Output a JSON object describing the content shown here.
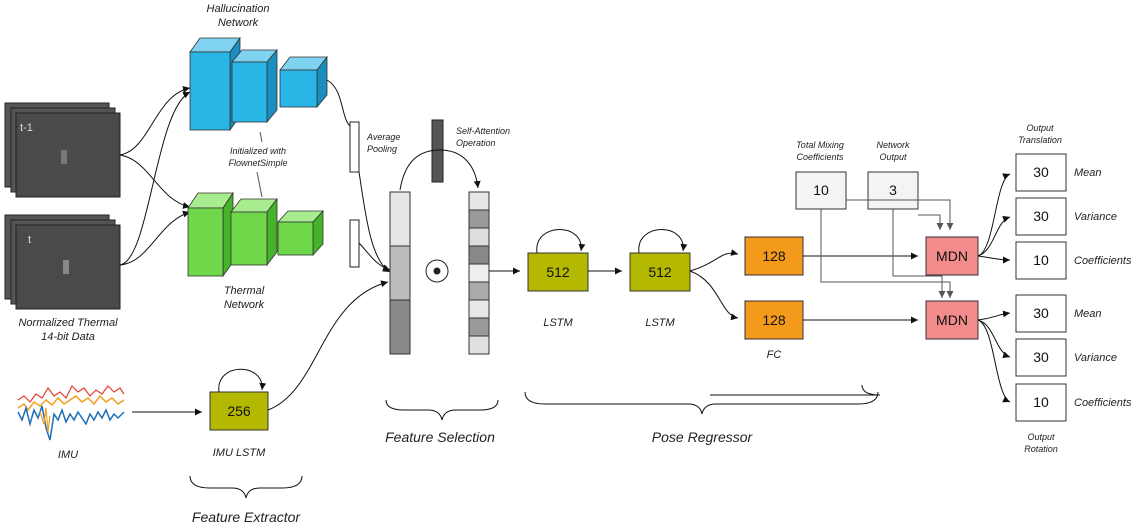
{
  "labels": {
    "hallucination_l1": "Hallucination",
    "hallucination_l2": "Network",
    "thermal_l1": "Thermal",
    "thermal_l2": "Network",
    "init_l1": "Initialized with",
    "init_l2": "FlownetSimple",
    "input_l1": "Normalized Thermal",
    "input_l2": "14-bit Data",
    "frame_prev": "t-1",
    "frame_cur": "t",
    "imu": "IMU",
    "imu_lstm": "IMU LSTM",
    "feature_extractor": "Feature Extractor",
    "avg_l1": "Average",
    "avg_l2": "Pooling",
    "sa_l1": "Self-Attention",
    "sa_l2": "Operation",
    "feature_selection": "Feature Selection",
    "lstm1": "LSTM",
    "lstm2": "LSTM",
    "fc": "FC",
    "pose_regressor": "Pose Regressor",
    "mix_l1": "Total Mixing",
    "mix_l2": "Coefficients",
    "netout_l1": "Network",
    "netout_l2": "Output",
    "out_trans_l1": "Output",
    "out_trans_l2": "Translation",
    "out_rot_l1": "Output",
    "out_rot_l2": "Rotation",
    "mean1": "Mean",
    "var1": "Variance",
    "coef1": "Coefficients",
    "mean2": "Mean",
    "var2": "Variance",
    "coef2": "Coefficients"
  },
  "boxes": {
    "imu_lstm": "256",
    "lstm1": "512",
    "lstm2": "512",
    "fc1": "128",
    "fc2": "128",
    "mix": "10",
    "netout": "3",
    "mdn1": "MDN",
    "mdn2": "MDN",
    "out_t_mean": "30",
    "out_t_var": "30",
    "out_t_coef": "10",
    "out_r_mean": "30",
    "out_r_var": "30",
    "out_r_coef": "10"
  },
  "symbols": {
    "hadamard": "⊙"
  },
  "colors": {
    "hallucination": "#29b6e6",
    "thermal": "#6ed84a",
    "lstm": "#b5b800",
    "fc": "#f39a1d",
    "mdn": "#f28b8b",
    "frame": "#444444"
  }
}
